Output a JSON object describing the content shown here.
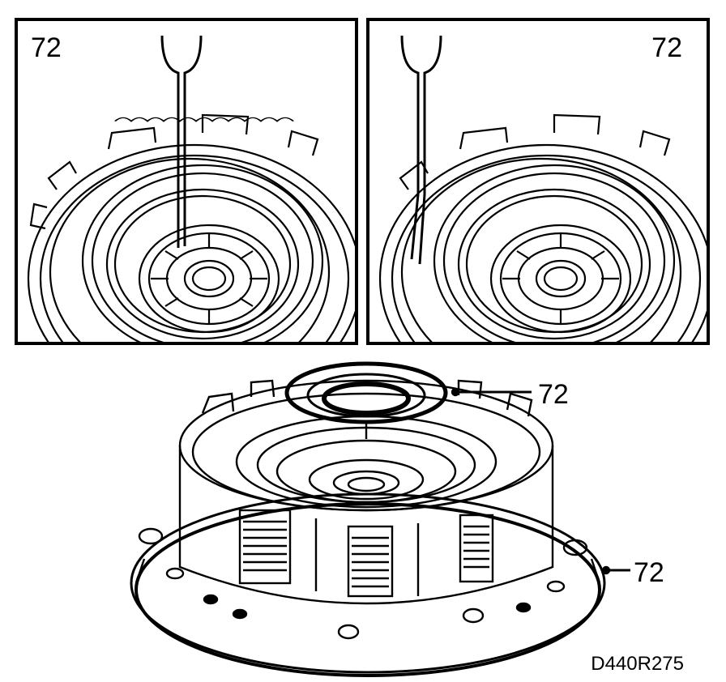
{
  "panels": [
    {
      "label": "72"
    },
    {
      "label": "72"
    }
  ],
  "callouts": [
    {
      "label": "72"
    },
    {
      "label": "72"
    }
  ],
  "figure_code": "D440R275",
  "colors": {
    "ink": "#000000",
    "paper": "#ffffff"
  }
}
